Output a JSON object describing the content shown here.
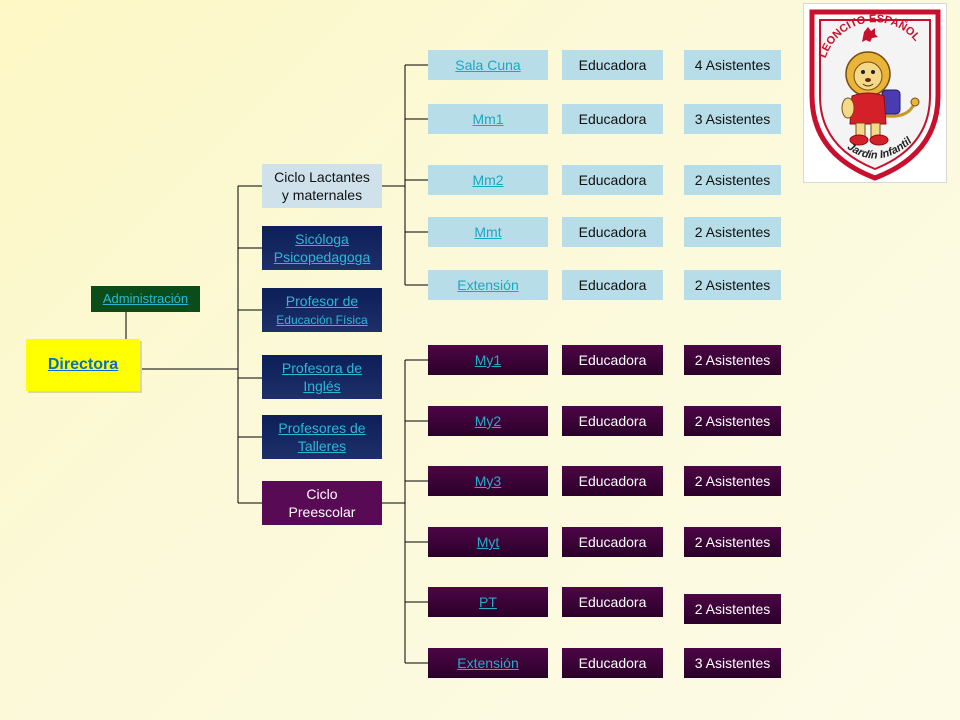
{
  "root": {
    "label": "Directora"
  },
  "admin": {
    "label": "Administración"
  },
  "staff": [
    {
      "lines": [
        "Ciclo Lactantes",
        "y maternales"
      ],
      "link": false,
      "style": "sidebox"
    },
    {
      "lines": [
        "Sicóloga",
        "Psicopedagoga"
      ],
      "link": true,
      "style": "navy"
    },
    {
      "lines": [
        "Profesor de ",
        "Educación Física"
      ],
      "link": true,
      "style": "navy"
    },
    {
      "lines": [
        "Profesora de",
        "Inglés"
      ],
      "link": true,
      "style": "navy"
    },
    {
      "lines": [
        "Profesores de",
        "Talleres"
      ],
      "link": true,
      "style": "navy"
    },
    {
      "lines": [
        "Ciclo",
        "Preescolar"
      ],
      "link": false,
      "style": "purplebox"
    }
  ],
  "lactantes_groups": [
    {
      "group": "Sala Cuna",
      "role": "Educadora",
      "assistants": "4 Asistentes"
    },
    {
      "group": "Mm1",
      "role": "Educadora",
      "assistants": "3 Asistentes"
    },
    {
      "group": "Mm2",
      "role": "Educadora",
      "assistants": "2 Asistentes"
    },
    {
      "group": "Mmt",
      "role": "Educadora",
      "assistants": "2 Asistentes"
    },
    {
      "group": "Extensión",
      "role": "Educadora",
      "assistants": "2 Asistentes"
    }
  ],
  "preescolar_groups": [
    {
      "group": "My1",
      "role": "Educadora",
      "assistants": "2 Asistentes"
    },
    {
      "group": "My2",
      "role": "Educadora",
      "assistants": "2 Asistentes"
    },
    {
      "group": "My3",
      "role": "Educadora",
      "assistants": "2 Asistentes"
    },
    {
      "group": "Myt",
      "role": "Educadora",
      "assistants": "2 Asistentes"
    },
    {
      "group": "PT",
      "role": "Educadora",
      "assistants": "2 Asistentes"
    },
    {
      "group": "Extensión",
      "role": "Educadora",
      "assistants": "3 Asistentes"
    }
  ],
  "logo": {
    "top_text": "LEONCITO ESPAÑOL",
    "bottom_text": "Jardín Infantil"
  },
  "colors": {
    "lactantes_box": "#b7dde8",
    "preescolar_box": "#4d0647",
    "staff_box": "#0c1f58",
    "admin_box": "#0a4d1a",
    "root_box": "#ffff00",
    "link_text": "#1aa8c0"
  }
}
